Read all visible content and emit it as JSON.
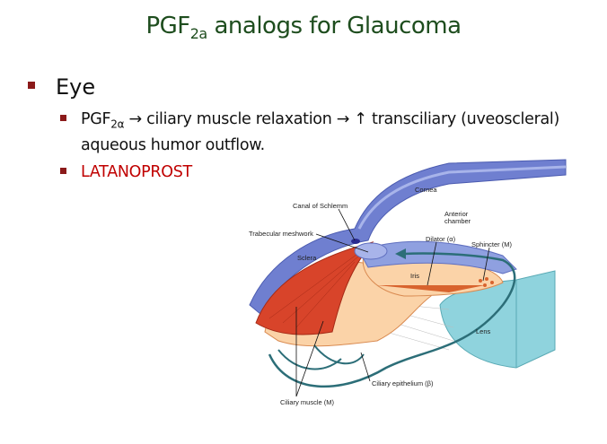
{
  "title": {
    "prefix": "PGF",
    "sub": "2a",
    "suffix": " analogs for Glaucoma"
  },
  "bullets": {
    "level1": "Eye",
    "item1": {
      "prefix": "PGF",
      "sub": "2α",
      "text": " → ciliary muscle relaxation → ↑ transciliary (uveoscleral) aqueous humor outflow."
    },
    "item2": "LATANOPROST"
  },
  "diagram": {
    "labels": {
      "cornea": "Cornea",
      "canal": "Canal of Schlemm",
      "anterior1": "Anterior",
      "anterior2": "chamber",
      "trabecular": "Trabecular meshwork",
      "dilator": "Dilator (α)",
      "sphincter": "Sphincter (M)",
      "sclera": "Sclera",
      "iris": "Iris",
      "lens": "Lens",
      "epithelium": "Ciliary epithelium (β)",
      "muscle": "Ciliary muscle (M)"
    }
  },
  "colors": {
    "title": "#1e4d1e",
    "bullet": "#8b1a1a",
    "highlight": "#c00000"
  }
}
